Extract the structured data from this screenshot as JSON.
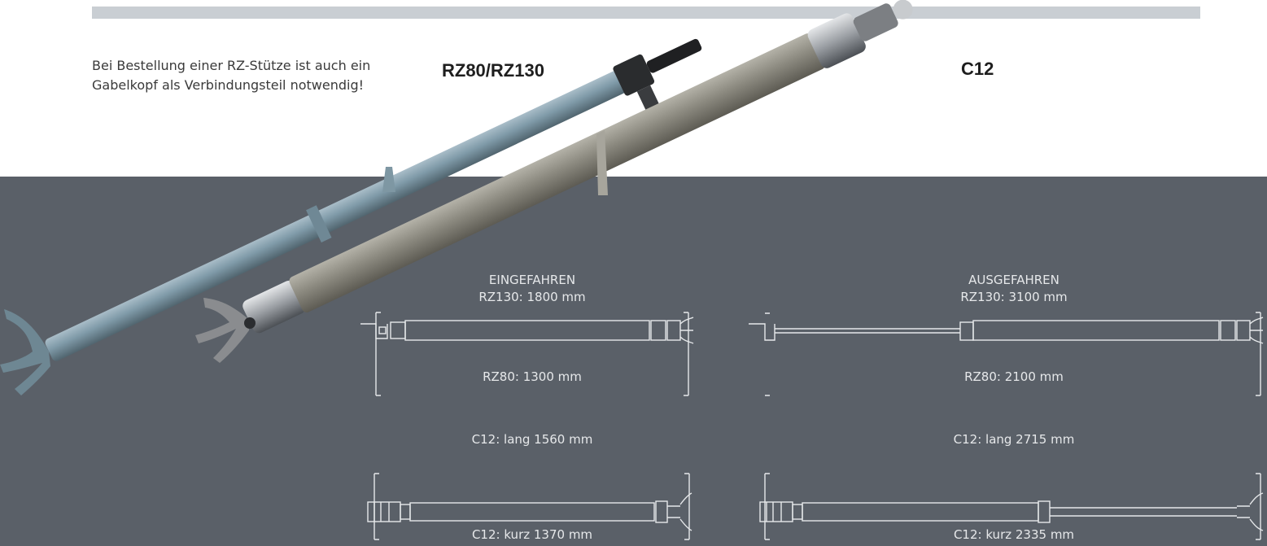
{
  "note": "Bei Bestellung einer RZ-Stütze ist auch ein\nGabelkopf als Verbindungsteil notwendig!",
  "products": {
    "rz": "RZ80/RZ130",
    "c12": "C12"
  },
  "retracted": {
    "heading": "EINGEFAHREN",
    "rz130": "RZ130:  1800 mm",
    "rz80": "RZ80:  1300 mm",
    "c12_long": "C12:  lang 1560 mm",
    "c12_short": "C12:  kurz 1370 mm"
  },
  "extended": {
    "heading": "AUSGEFAHREN",
    "rz130": "RZ130:  3100 mm",
    "rz80": "RZ80:  2100 mm",
    "c12_long": "C12:  lang 2715 mm",
    "c12_short": "C12:  kurz 2335 mm"
  },
  "colors": {
    "panel": "#5a6068",
    "topbar": "#c9ced3",
    "rz_tube": "#7f9aa8",
    "c12_tube": "#8c8a80"
  }
}
